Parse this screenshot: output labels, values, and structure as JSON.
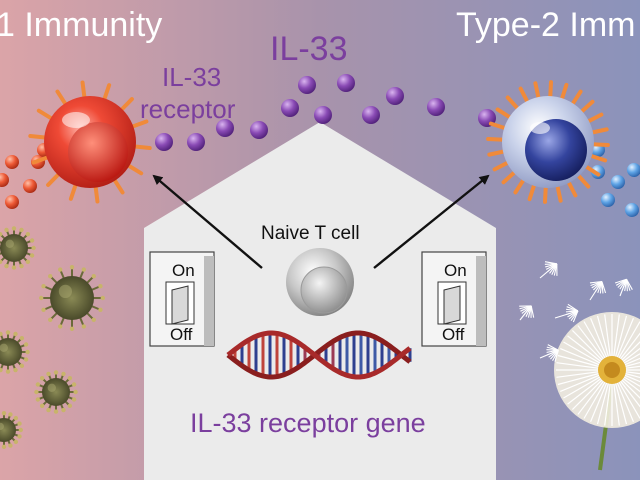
{
  "titles": {
    "left": "1 Immunity",
    "right": "Type-2 Imm"
  },
  "labels": {
    "il33": "IL-33",
    "receptor_line1": "IL-33",
    "receptor_line2": "receptor",
    "naive_cell": "Naive T cell",
    "gene": "IL-33 receptor gene"
  },
  "switches": {
    "left": {
      "on": "On",
      "off": "Off"
    },
    "right": {
      "on": "On",
      "off": "Off"
    }
  },
  "colors": {
    "bg_left": "#d9a3a9",
    "bg_mid": "#a891a8",
    "bg_right": "#8a91b8",
    "house": "#e9e9e9",
    "il33_purple": "#7b3f9e",
    "th1_red": "#e0392b",
    "th2_blue": "#2f3f9a",
    "dot_orange": "#e8553a",
    "dot_lightblue": "#5a9fe0"
  }
}
